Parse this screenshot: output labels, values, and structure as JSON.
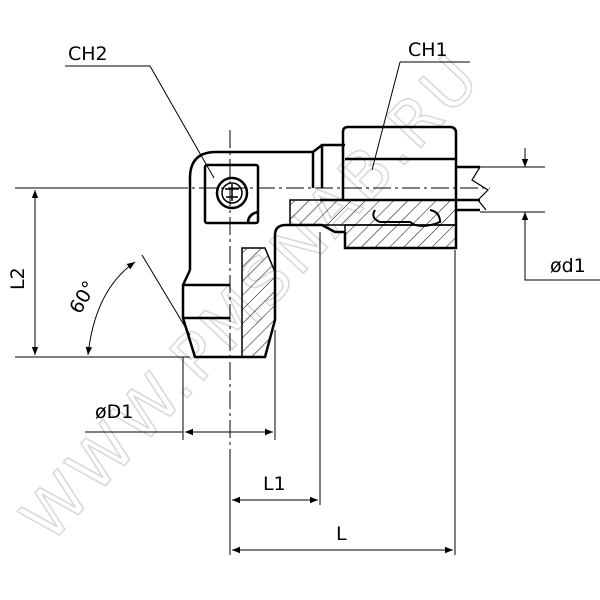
{
  "drawing": {
    "labels": {
      "ch2": "CH2",
      "ch1": "CH1",
      "l2": "L2",
      "angle": "60°",
      "d1_outer": "øD1",
      "d1_inner": "ød1",
      "l1": "L1",
      "l": "L"
    },
    "watermark": "WWW.PMSNAB.RU",
    "line_color": "#000000"
  }
}
